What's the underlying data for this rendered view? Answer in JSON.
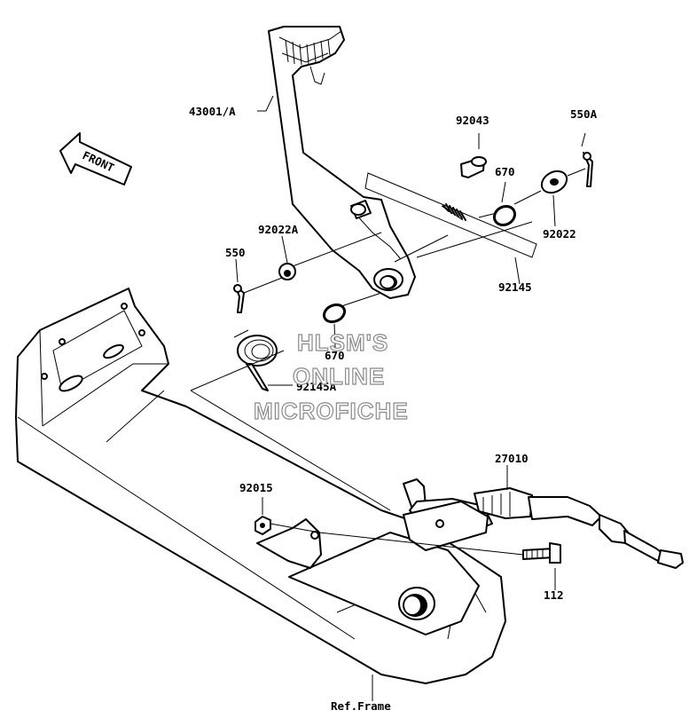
{
  "diagram": {
    "labels": {
      "brake_pedal": "43001/A",
      "pin": "92043",
      "cotter_pin_a": "550A",
      "o_ring_upper": "670",
      "washer_right": "92022",
      "washer_left": "92022A",
      "cotter_pin": "550",
      "spring": "92145",
      "o_ring_lower": "670",
      "return_spring": "92145A",
      "brake_switch": "27010",
      "nut": "92015",
      "bolt": "112",
      "frame_ref": "Ref.Frame"
    },
    "front_arrow": "FRONT",
    "watermark": [
      "HLSM'S",
      "ONLINE",
      "MICROFICHE"
    ]
  }
}
